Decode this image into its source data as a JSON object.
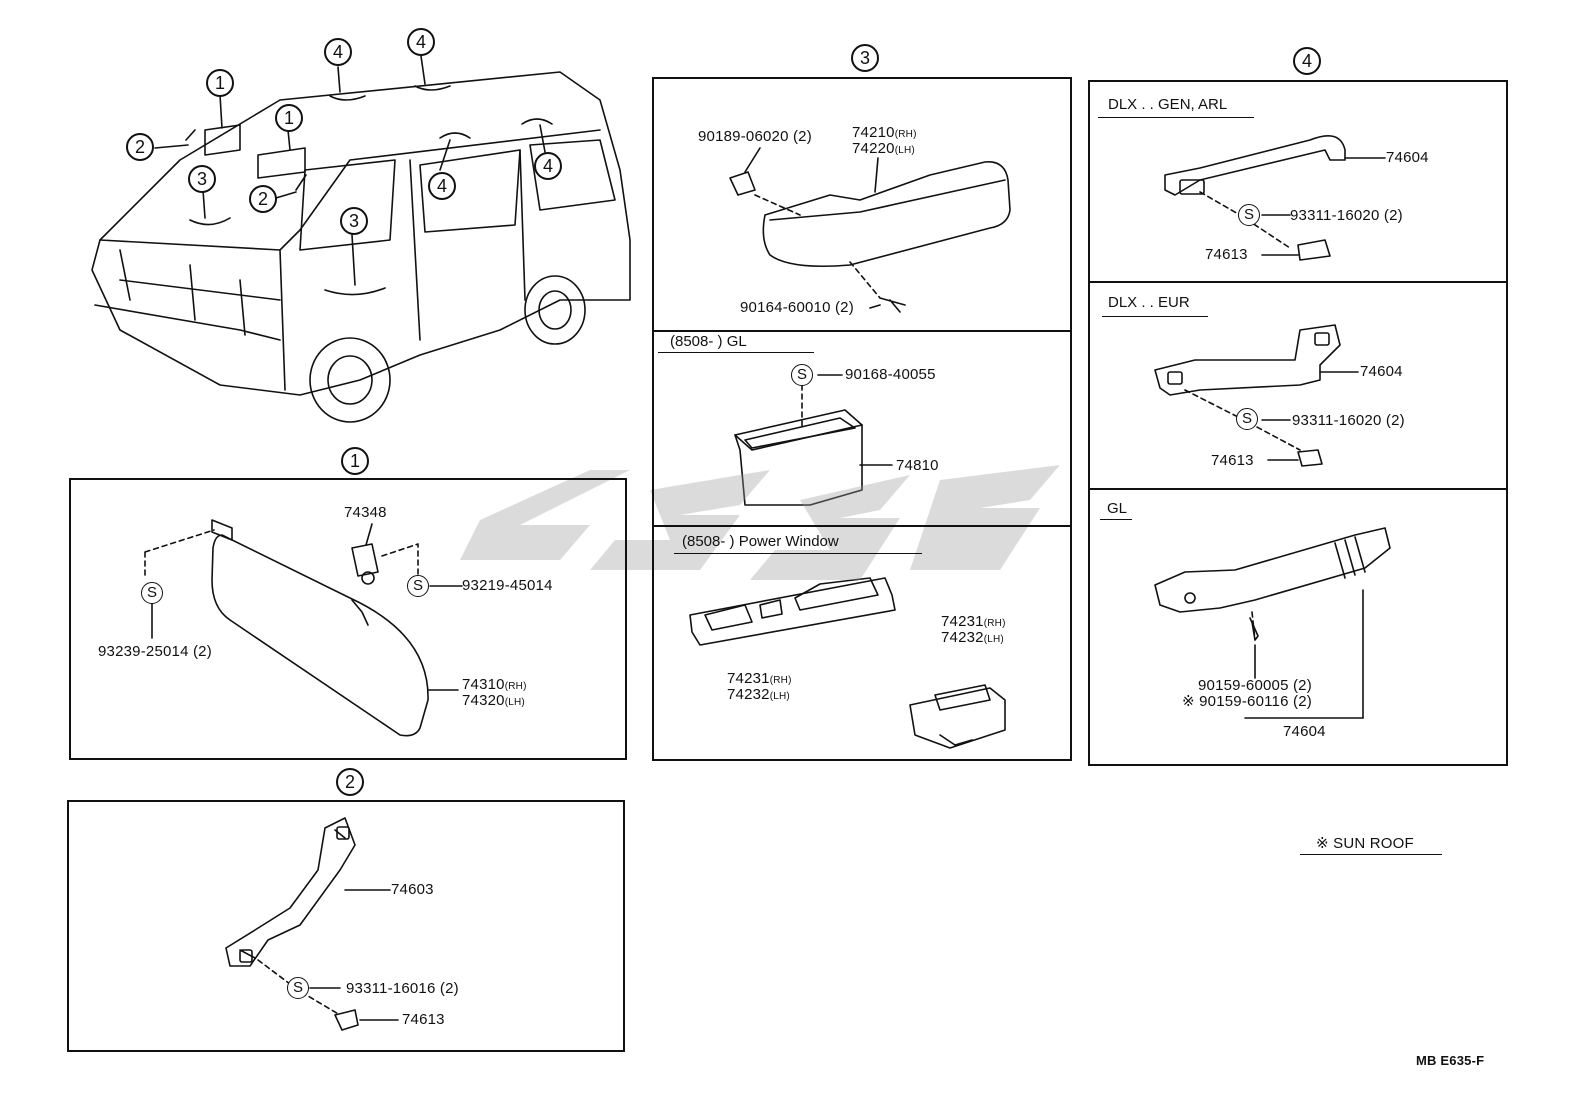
{
  "circled_markers": {
    "one": "1",
    "two": "2",
    "three": "3",
    "four": "4"
  },
  "section1": {
    "parts": {
      "clip": "74348",
      "screw_right": "93219-45014",
      "screw_left": "93239-25014 (2)",
      "visor_rh": "74310",
      "visor_lh": "74320",
      "rh": "(RH)",
      "lh": "(LH)"
    }
  },
  "section2": {
    "handle": "74603",
    "screw": "93311-16016 (2)",
    "cover": "74613"
  },
  "section3": {
    "top": {
      "clip": "90189-06020 (2)",
      "rest_rh": "74210",
      "rest_lh": "74220",
      "screw": "90164-60010 (2)",
      "rh": "(RH)",
      "lh": "(LH)"
    },
    "middle": {
      "header": "(8508-        ) GL",
      "screw": "90168-40055",
      "pocket": "74810"
    },
    "bottom": {
      "header": "(8508-        ) Power Window",
      "left_rh": "74231",
      "left_lh": "74232",
      "right_rh": "74231",
      "right_lh": "74232",
      "rh": "(RH)",
      "lh": "(LH)"
    }
  },
  "section4": {
    "dlx_gen": {
      "header": "DLX . . GEN, ARL",
      "grip": "74604",
      "screw": "93311-16020 (2)",
      "cover": "74613"
    },
    "dlx_eur": {
      "header": "DLX . . EUR",
      "grip": "74604",
      "screw": "93311-16020 (2)",
      "cover": "74613"
    },
    "gl": {
      "header": "GL",
      "screw1": "90159-60005 (2)",
      "screw2": "※ 90159-60116 (2)",
      "grip": "74604"
    }
  },
  "legend": {
    "sun_roof": "※  SUN ROOF"
  },
  "s_symbol": "S",
  "footer_code": "MB E635-F"
}
